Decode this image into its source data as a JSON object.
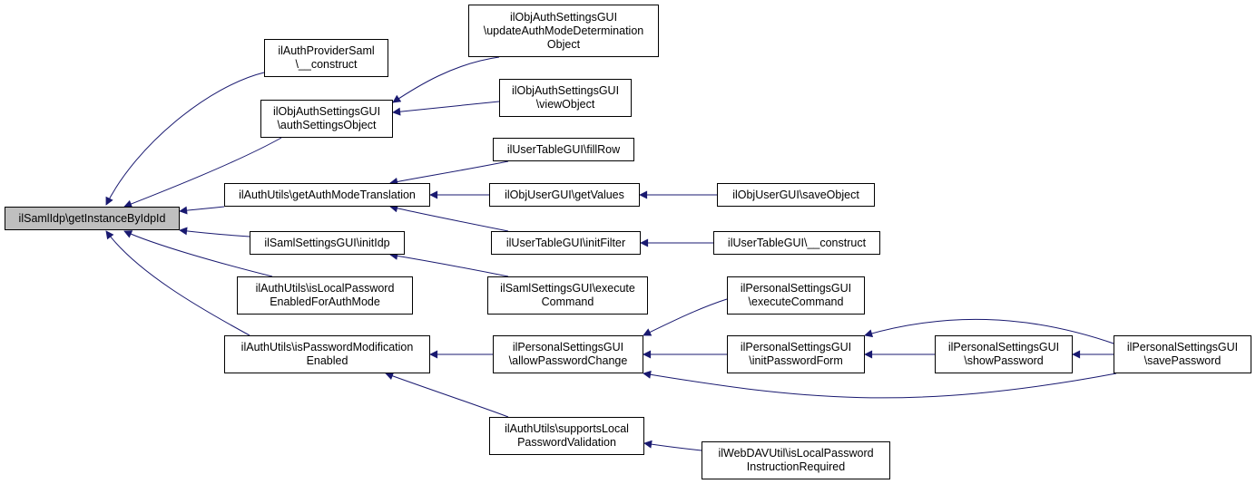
{
  "root": "n0",
  "nodes": [
    {
      "id": "n0",
      "text": "ilSamlIdp\\getInstanceByIdpId"
    },
    {
      "id": "n1",
      "text": "ilAuthProviderSaml\n\\__construct"
    },
    {
      "id": "n2",
      "text": "ilObjAuthSettingsGUI\n\\authSettingsObject"
    },
    {
      "id": "n3",
      "text": "ilAuthUtils\\getAuthModeTranslation"
    },
    {
      "id": "n4",
      "text": "ilSamlSettingsGUI\\initIdp"
    },
    {
      "id": "n5",
      "text": "ilAuthUtils\\isLocalPassword\nEnabledForAuthMode"
    },
    {
      "id": "n6",
      "text": "ilAuthUtils\\isPasswordModification\nEnabled"
    },
    {
      "id": "n7",
      "text": "ilObjAuthSettingsGUI\n\\updateAuthModeDetermination\nObject"
    },
    {
      "id": "n8",
      "text": "ilObjAuthSettingsGUI\n\\viewObject"
    },
    {
      "id": "n9",
      "text": "ilUserTableGUI\\fillRow"
    },
    {
      "id": "n10",
      "text": "ilObjUserGUI\\getValues"
    },
    {
      "id": "n11",
      "text": "ilUserTableGUI\\initFilter"
    },
    {
      "id": "n12",
      "text": "ilSamlSettingsGUI\\execute\nCommand"
    },
    {
      "id": "n13",
      "text": "ilPersonalSettingsGUI\n\\allowPasswordChange"
    },
    {
      "id": "n14",
      "text": "ilAuthUtils\\supportsLocal\nPasswordValidation"
    },
    {
      "id": "n15",
      "text": "ilObjUserGUI\\saveObject"
    },
    {
      "id": "n16",
      "text": "ilUserTableGUI\\__construct"
    },
    {
      "id": "n17",
      "text": "ilPersonalSettingsGUI\n\\executeCommand"
    },
    {
      "id": "n18",
      "text": "ilPersonalSettingsGUI\n\\initPasswordForm"
    },
    {
      "id": "n19",
      "text": "ilPersonalSettingsGUI\n\\showPassword"
    },
    {
      "id": "n20",
      "text": "ilPersonalSettingsGUI\n\\savePassword"
    },
    {
      "id": "n21",
      "text": "ilWebDAVUtil\\isLocalPassword\nInstructionRequired"
    }
  ],
  "edges": [
    {
      "from": "n1",
      "to": "n0"
    },
    {
      "from": "n2",
      "to": "n0"
    },
    {
      "from": "n3",
      "to": "n0"
    },
    {
      "from": "n4",
      "to": "n0"
    },
    {
      "from": "n5",
      "to": "n0"
    },
    {
      "from": "n6",
      "to": "n0"
    },
    {
      "from": "n7",
      "to": "n2"
    },
    {
      "from": "n8",
      "to": "n2"
    },
    {
      "from": "n9",
      "to": "n3"
    },
    {
      "from": "n10",
      "to": "n3"
    },
    {
      "from": "n11",
      "to": "n3"
    },
    {
      "from": "n15",
      "to": "n10"
    },
    {
      "from": "n16",
      "to": "n11"
    },
    {
      "from": "n12",
      "to": "n4"
    },
    {
      "from": "n13",
      "to": "n6"
    },
    {
      "from": "n14",
      "to": "n6"
    },
    {
      "from": "n17",
      "to": "n13"
    },
    {
      "from": "n18",
      "to": "n13"
    },
    {
      "from": "n20",
      "to": "n13"
    },
    {
      "from": "n19",
      "to": "n18"
    },
    {
      "from": "n20",
      "to": "n18"
    },
    {
      "from": "n20",
      "to": "n19"
    },
    {
      "from": "n21",
      "to": "n14"
    }
  ],
  "colors": {
    "edge": "#191970",
    "root_fill": "#bfbfbf",
    "node_fill": "#ffffff",
    "border": "#000000"
  }
}
